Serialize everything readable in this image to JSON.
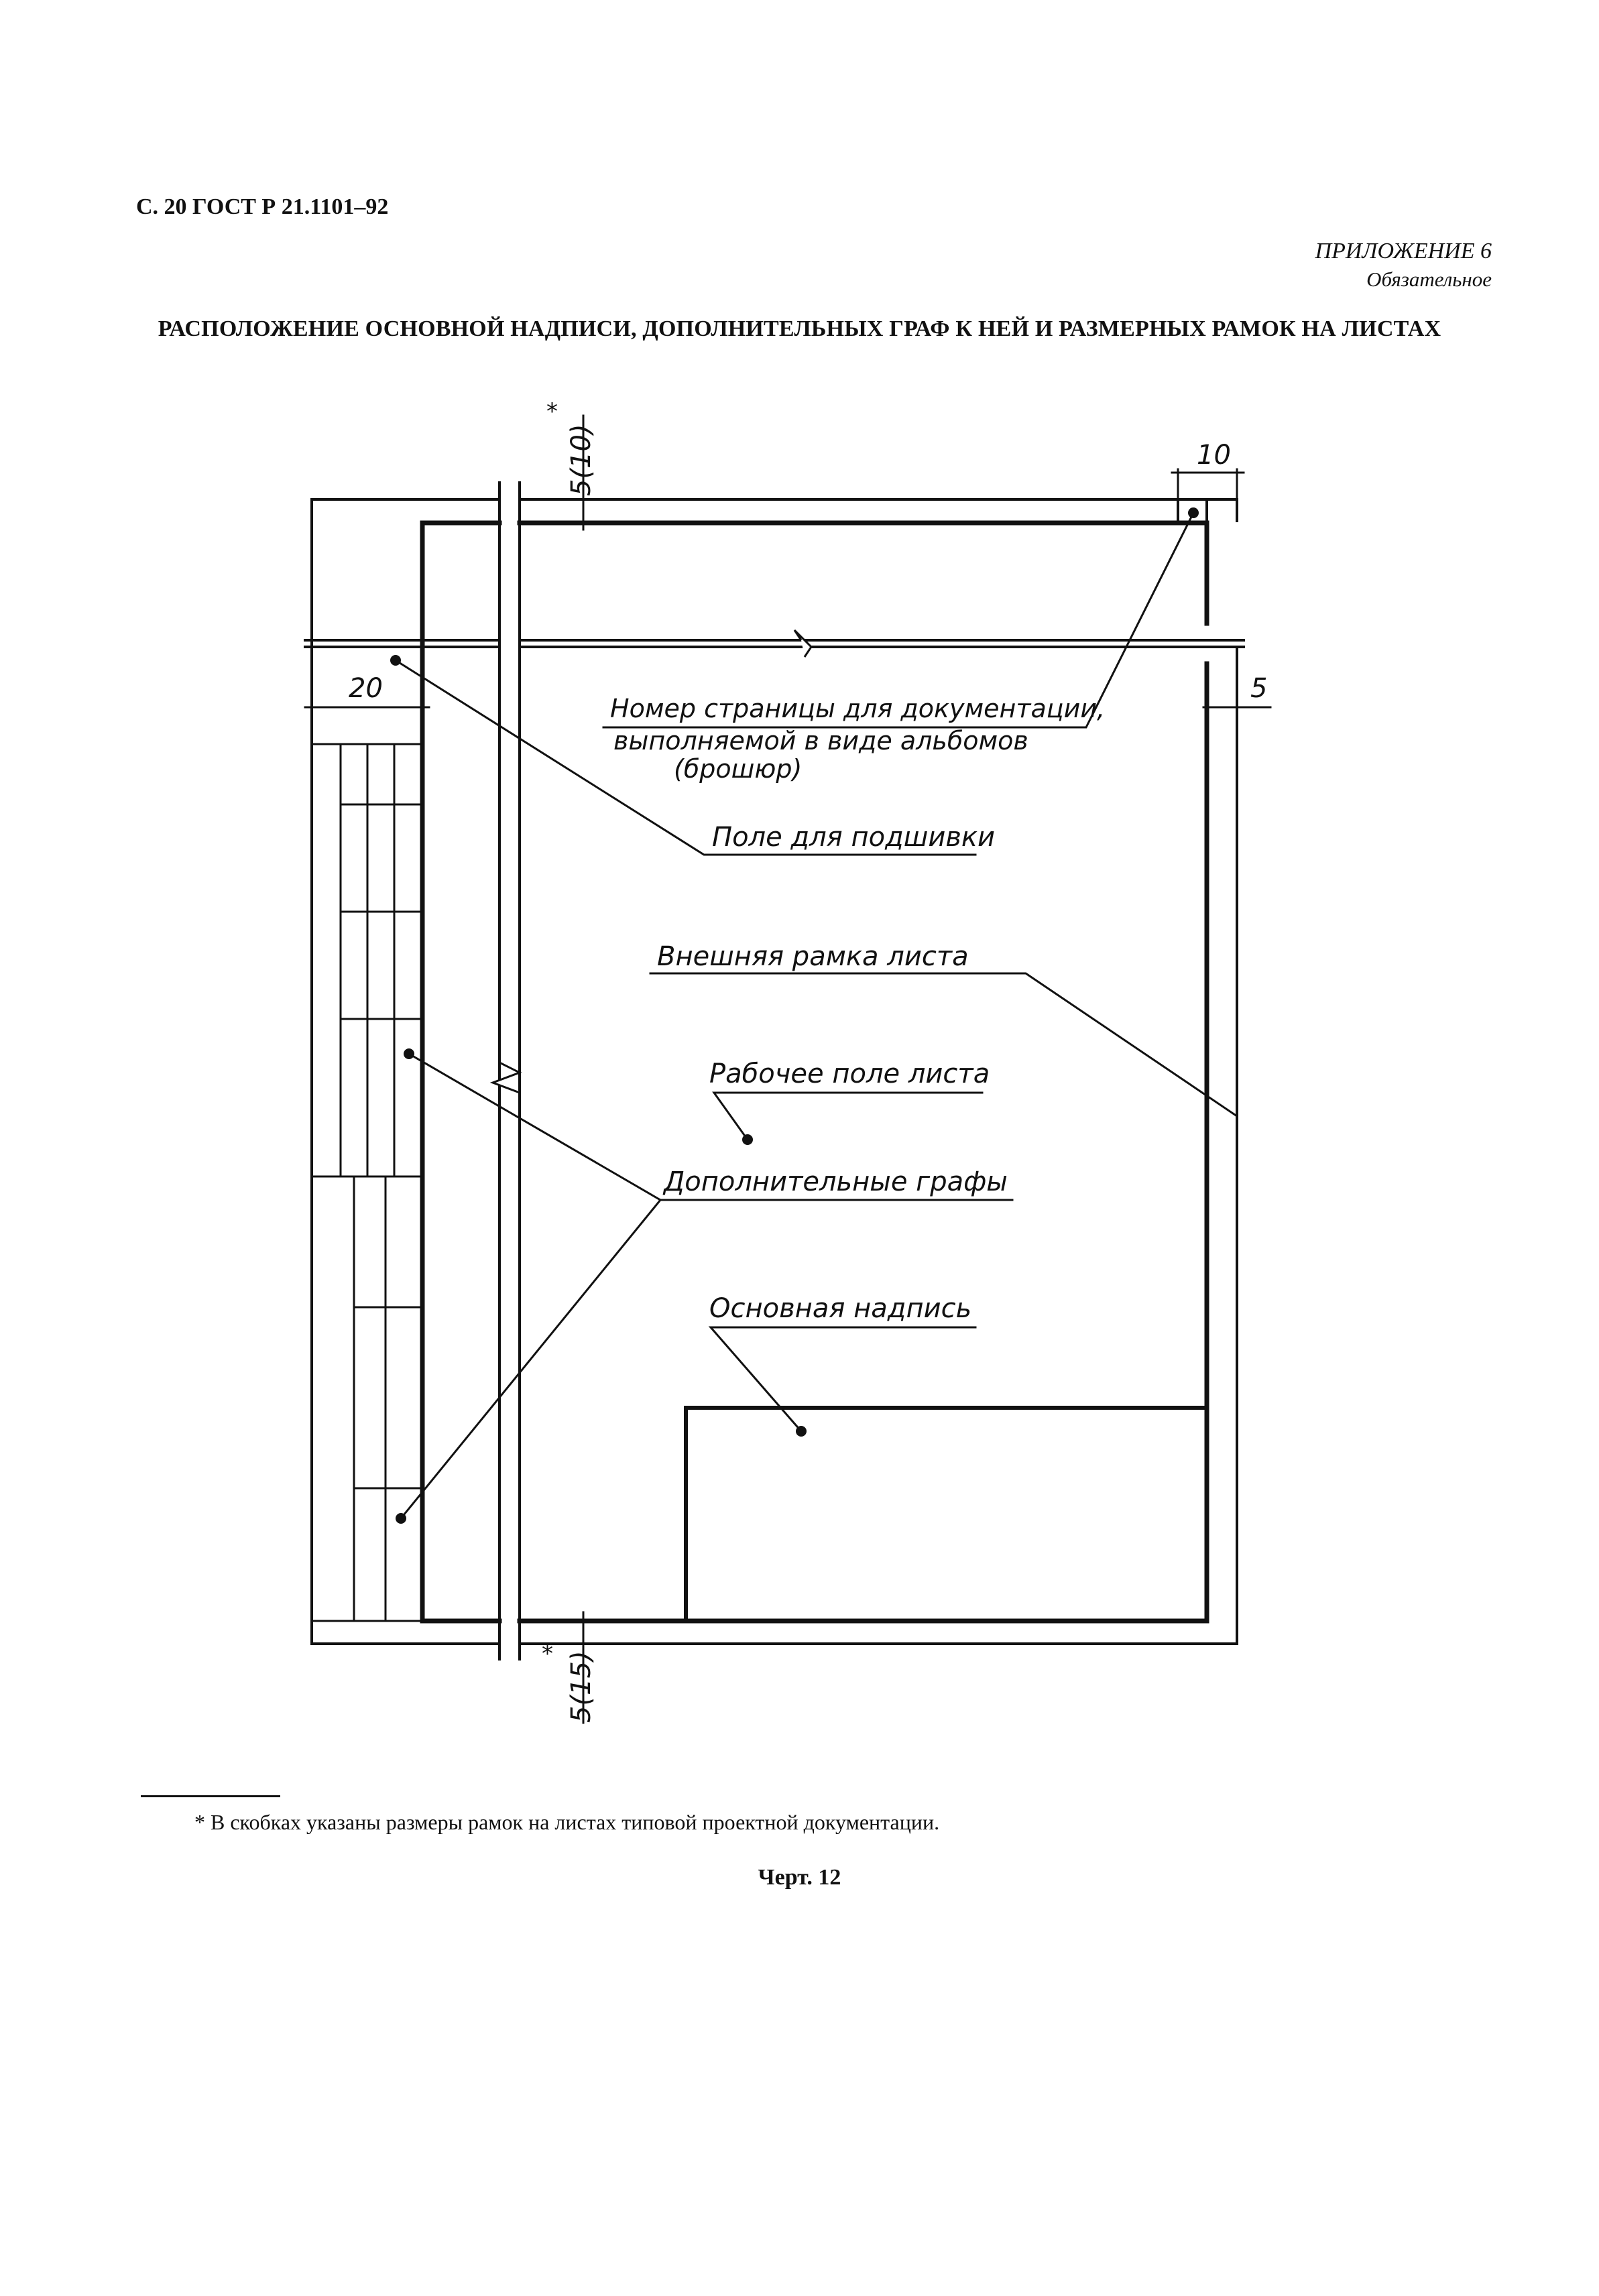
{
  "header": {
    "doc_code": "С. 20 ГОСТ Р 21.1101–92"
  },
  "appendix": {
    "title": "ПРИЛОЖЕНИЕ 6",
    "subtitle": "Обязательное"
  },
  "title": "РАСПОЛОЖЕНИЕ ОСНОВНОЙ НАДПИСИ, ДОПОЛНИТЕЛЬНЫХ ГРАФ К НЕЙ И РАЗМЕРНЫХ РАМОК НА ЛИСТАХ",
  "drawing": {
    "dimensions": {
      "top": "5(10)",
      "top_mark": "*",
      "right_top": "10",
      "right": "5",
      "left": "20",
      "bottom": "5(15)",
      "bottom_mark": "*"
    },
    "labels": {
      "page_number_line1": "Номер страницы для документации,",
      "page_number_line2": "выполняемой в виде альбомов",
      "page_number_line3": "(брошюр)",
      "binding_field": "Поле для подшивки",
      "outer_frame": "Внешняя рамка листа",
      "working_field": "Рабочее поле листа",
      "additional_columns": "Дополнительные графы",
      "title_block": "Основная надпись"
    }
  },
  "footnote": "* В скобках указаны размеры рамок на листах типовой проектной документации.",
  "caption": "Черт. 12"
}
